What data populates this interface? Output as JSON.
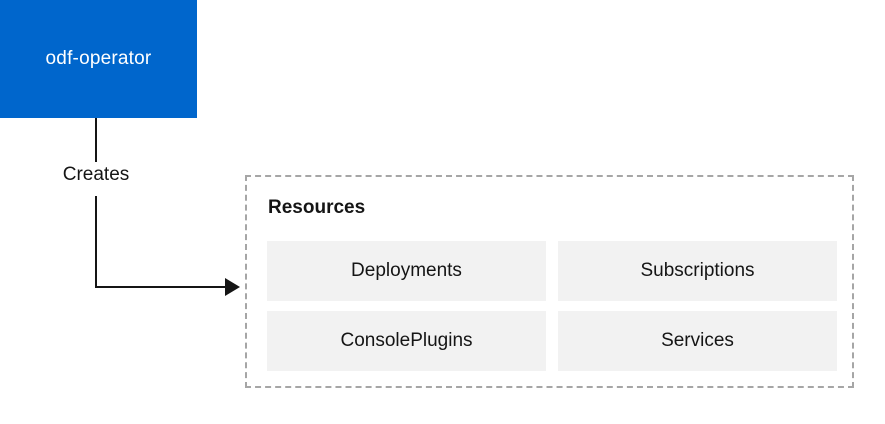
{
  "diagram": {
    "operator_box": {
      "label": "odf-operator"
    },
    "arrow_label": "Creates",
    "resources": {
      "title": "Resources",
      "items": [
        "Deployments",
        "Subscriptions",
        "ConsolePlugins",
        "Services"
      ]
    },
    "colors": {
      "operator_bg": "#0066cc",
      "operator_text": "#ffffff",
      "resource_item_bg": "#f2f2f2",
      "text": "#151515",
      "dashed_border": "#a6a6a6",
      "arrow": "#151515"
    }
  }
}
